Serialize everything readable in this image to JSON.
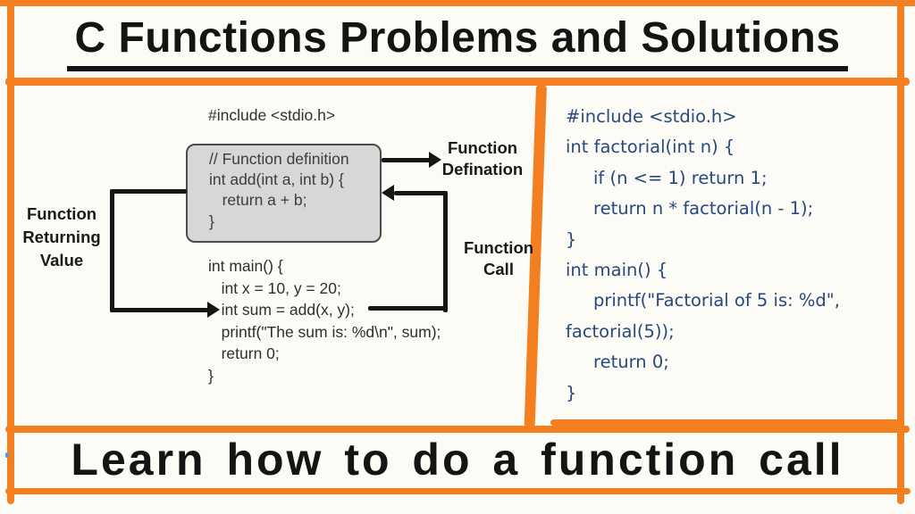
{
  "colors": {
    "orange": "#F47F21",
    "ink": "#141414",
    "codeBlue": "#27497F",
    "boxFill": "#D7D7D7",
    "boxBorder": "#4C4C4C",
    "bg": "#FDFBF5"
  },
  "title": "C Functions Problems and Solutions",
  "footer": "Learn how to do a function call",
  "diagram": {
    "include": "#include <stdio.h>",
    "definition_box_lines": [
      "// Function definition",
      "int add(int a, int b) {",
      "   return a + b;",
      "}"
    ],
    "main_lines": [
      "int main() {",
      "   int x = 10, y = 20;",
      "   int sum = add(x, y);",
      "   printf(\"The sum is: %d\\n\", sum);",
      "   return 0;",
      "}"
    ],
    "label_function_defination": [
      "Function",
      "Defination"
    ],
    "label_function_call": [
      "Function",
      "Call"
    ],
    "label_function_returning": [
      "Function",
      "Returning",
      "Value"
    ]
  },
  "code_panel": {
    "lines": [
      "#include <stdio.h>",
      "int factorial(int n) {",
      "     if (n <= 1) return 1;",
      "     return n * factorial(n - 1);",
      "}",
      "int main() {",
      "     printf(\"Factorial of 5 is: %d\",",
      "factorial(5));",
      "     return 0;",
      "}"
    ]
  }
}
